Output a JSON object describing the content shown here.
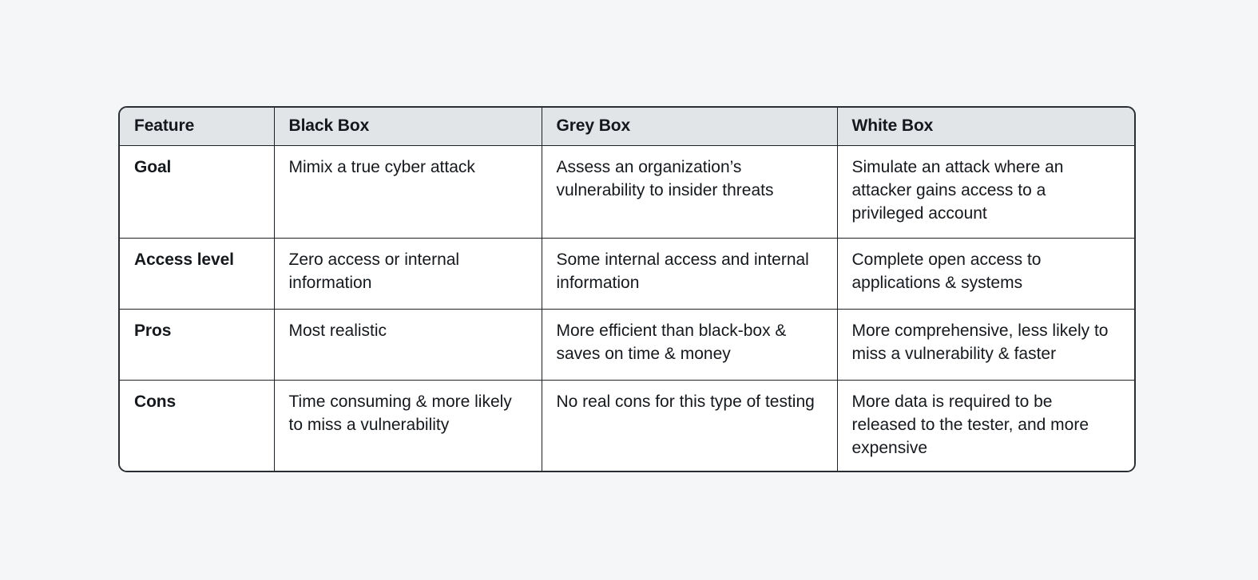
{
  "page": {
    "background_color": "#f5f6f7"
  },
  "table": {
    "border_color": "#2b2f33",
    "header_background": "#e2e5e7",
    "cell_background": "#ffffff",
    "text_color": "#15191d",
    "columns": [
      {
        "key": "feature",
        "label": "Feature"
      },
      {
        "key": "black_box",
        "label": "Black Box"
      },
      {
        "key": "grey_box",
        "label": "Grey Box"
      },
      {
        "key": "white_box",
        "label": "White Box"
      }
    ],
    "rows": [
      {
        "feature": "Goal",
        "black_box": "Mimix a true cyber attack",
        "grey_box": "Assess an organization’s vulnerability to insider threats",
        "white_box": "Simulate an attack where an attacker gains access to a privileged account"
      },
      {
        "feature": "Access level",
        "black_box": "Zero access or internal information",
        "grey_box": "Some internal access and internal information",
        "white_box": "Complete open access to applications & systems"
      },
      {
        "feature": "Pros",
        "black_box": "Most realistic",
        "grey_box": "More efficient than black-box & saves on time & money",
        "white_box": "More comprehensive, less likely to miss a vulnerability & faster"
      },
      {
        "feature": "Cons",
        "black_box": "Time consuming & more likely to miss a vulnerability",
        "grey_box": "No real cons for this type of testing",
        "white_box": "More data is required to be released to the tester, and more expensive"
      }
    ]
  }
}
